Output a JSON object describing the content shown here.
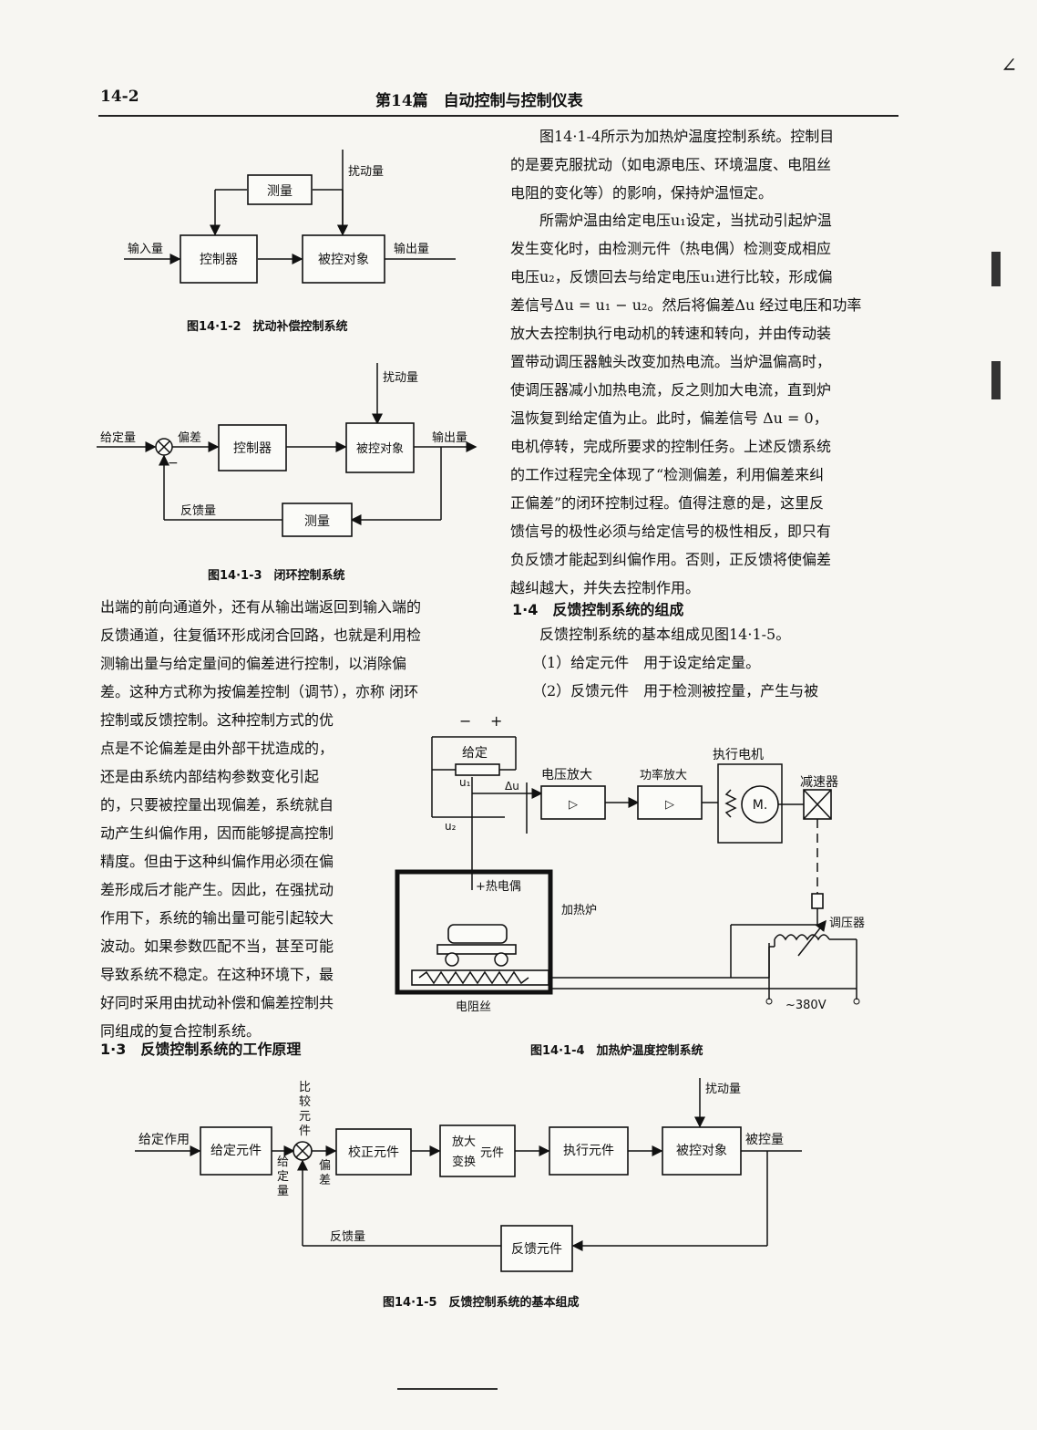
{
  "header": {
    "page_no": "14-2",
    "chapter": "第14篇　自动控制与控制仪表",
    "corner_mark": "∠"
  },
  "fig2": {
    "caption": "图14·1-2　扰动补偿控制系统",
    "measure": "测量",
    "disturbance": "扰动量",
    "input": "输入量",
    "controller": "控制器",
    "plant": "被控对象",
    "output": "输出量"
  },
  "fig3": {
    "caption": "图14·1-3　闭环控制系统",
    "disturbance": "扰动量",
    "setpoint": "给定量",
    "error": "偏差",
    "minus": "−",
    "controller": "控制器",
    "plant": "被控对象",
    "output": "输出量",
    "feedback": "反馈量",
    "measure": "测量"
  },
  "fig4": {
    "caption": "图14·1-4　加热炉温度控制系统",
    "minus": "−",
    "plus": "+",
    "setpoint": "给定",
    "u1": "u₁",
    "du": "Δu",
    "u2": "u₂",
    "volt_amp": "电压放大",
    "power_amp": "功率放大",
    "motor": "执行电机",
    "motor_symbol": "M.",
    "reducer": "减速器",
    "thermocouple": "+热电偶",
    "furnace": "加热炉",
    "regulator": "调压器",
    "resistance_wire": "电阻丝",
    "supply": "~380V"
  },
  "fig5": {
    "caption": "图14·1-5　反馈控制系统的基本组成",
    "setpoint_action": "给定作用",
    "setpoint_element": "给定元件",
    "comparator_chars": [
      "比",
      "较",
      "元",
      "件"
    ],
    "setpoint_chars": [
      "给",
      "定",
      "量"
    ],
    "error_chars": [
      "偏",
      "差"
    ],
    "correction": "校正元件",
    "amp_top": "放大",
    "amp_bottom": "变换",
    "amp_suffix": "元件",
    "actuator": "执行元件",
    "plant": "被控对象",
    "controlled": "被控量",
    "disturbance": "扰动量",
    "feedback": "反馈量",
    "feedback_element": "反馈元件"
  },
  "right_text": {
    "p1": "　　图14·1-4所示为加热炉温度控制系统。控制目\n的是要克服扰动（如电源电压、环境温度、电阻丝\n电阻的变化等）的影响，保持炉温恒定。",
    "p2": "　　所需炉温由给定电压u₁设定，当扰动引起炉温\n发生变化时，由检测元件（热电偶）检测变成相应\n电压u₂，反馈回去与给定电压u₁进行比较，形成偏\n差信号Δu = u₁ − u₂。然后将偏差Δu 经过电压和功率\n放大去控制执行电动机的转速和转向，并由传动装\n置带动调压器触头改变加热电流。当炉温偏高时，\n使调压器减小加热电流，反之则加大电流，直到炉\n温恢复到给定值为止。此时，偏差信号 Δu = 0，\n电机停转，完成所要求的控制任务。上述反馈系统\n的工作过程完全体现了“检测偏差，利用偏差来纠\n正偏差”的闭环控制过程。值得注意的是，这里反\n馈信号的极性必须与给定信号的极性相反，即只有\n负反馈才能起到纠偏作用。否则，正反馈将使偏差\n越纠越大，并失去控制作用。",
    "sec_title": "1·4　反馈控制系统的组成",
    "p3": "　　反馈控制系统的基本组成见图14·1-5。",
    "item1": "　　（1）给定元件　用于设定给定量。",
    "item2": "　　（2）反馈元件　用于检测被控量，产生与被"
  },
  "left_text": {
    "p_wide": "出端的前向通道外，还有从输出端返回到输入端的\n反馈通道，往复循环形成闭合回路，也就是利用检\n测输出量与给定量间的偏差进行控制，以消除偏\n差。这种方式称为按偏差控制（调节），亦称 闭环",
    "p_narrow": "控制或反馈控制。这种控制方式的优\n点是不论偏差是由外部干扰造成的，\n还是由系统内部结构参数变化引起\n的，只要被控量出现偏差，系统就自\n动产生纠偏作用，因而能够提高控制\n精度。但由于这种纠偏作用必须在偏\n差形成后才能产生。因此，在强扰动\n作用下，系统的输出量可能引起较大\n波动。如果参数匹配不当，甚至可能\n导致系统不稳定。在这种环境下，最\n好同时采用由扰动补偿和偏差控制共\n同组成的复合控制系统。",
    "sec_title": "1·3　反馈控制系统的工作原理"
  }
}
